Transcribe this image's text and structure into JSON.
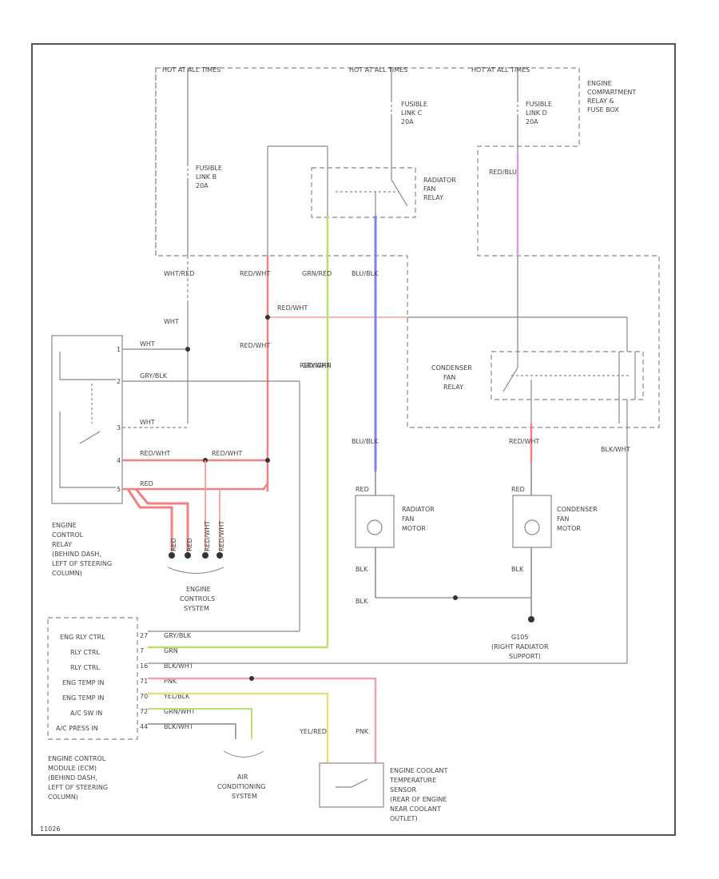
{
  "sources": {
    "hot_left": "HOT AT ALL TIMES",
    "hot_mid": "HOT AT ALL TIMES",
    "hot_right": "HOT AT ALL TIMES"
  },
  "fuse_box_label": [
    "ENGINE",
    "COMPARTMENT",
    "RELAY &",
    "FUSE BOX"
  ],
  "fusible_b": [
    "FUSIBLE",
    "LINK B",
    "20A"
  ],
  "fusible_c": [
    "FUSIBLE",
    "LINK C",
    "20A"
  ],
  "fusible_d": [
    "FUSIBLE",
    "LINK D",
    "20A"
  ],
  "radiator_relay": [
    "RADIATOR",
    "FAN",
    "RELAY"
  ],
  "condenser_relay": [
    "CONDENSER",
    "FAN",
    "RELAY"
  ],
  "radiator_motor": [
    "RADIATOR",
    "FAN",
    "MOTOR"
  ],
  "condenser_motor": [
    "CONDENSER",
    "FAN",
    "MOTOR"
  ],
  "ecr_label": [
    "ENGINE",
    "CONTROL",
    "RELAY",
    "(BEHIND DASH,",
    "LEFT OF STEERING",
    "COLUMN)"
  ],
  "engine_controls": [
    "ENGINE",
    "CONTROLS",
    "SYSTEM"
  ],
  "ecm_label": [
    "ENGINE CONTROL",
    "MODULE (ECM)",
    "(BEHIND DASH,",
    "LEFT OF STEERING",
    "COLUMN)"
  ],
  "ac_system": [
    "AIR",
    "CONDITIONING",
    "SYSTEM"
  ],
  "coolant_sensor": [
    "ENGINE COOLANT",
    "TEMPERATURE",
    "SENSOR",
    "(REAR OF ENGINE",
    "NEAR COOLANT",
    "OUTLET)"
  ],
  "ground": [
    "G105",
    "(RIGHT RADIATOR",
    "SUPPORT)"
  ],
  "ecm_pins": [
    "ENG RLY CTRL",
    "RLY CTRL",
    "RLY CTRL",
    "ENG TEMP IN",
    "ENG TEMP IN",
    "A/C SW IN",
    "A/C PRESS IN"
  ],
  "ecm_pin_nums": [
    "27",
    "7",
    "16",
    "71",
    "70",
    "72",
    "44"
  ],
  "ecm_wires": [
    "GRY/BLK",
    "GRN",
    "BLK/WHT",
    "PNK",
    "YEL/BLK",
    "GRN/WHT",
    "BLK/WHT"
  ],
  "ecr_wires": [
    "WHT",
    "GRY/BLK",
    "WHT",
    "RED/WHT",
    "RED"
  ],
  "ecr_pins": [
    "1",
    "2",
    "3",
    "4",
    "5"
  ],
  "w_wht_red": "WHT/RED",
  "w_wht": "WHT",
  "w_red_wht_a": "RED/WHT",
  "w_red_wht_b": "RED/WHT",
  "w_red_wht_c": "RED/WHT",
  "w_red_wht_d": "RED/WHT",
  "w_red_wht_e": "RED/WHT",
  "w_grn_red": "GRN/RED",
  "w_blu_blk": "BLU/BLK",
  "w_blu_blk2": "BLU/BLK",
  "w_gry_grn": "GRY/GRN",
  "w_red_blu": "RED/BLU",
  "w_blk_wht": "BLK/WHT",
  "w_red_wht_cond": "RED/WHT",
  "w_red_motor1": "RED",
  "w_red_motor2": "RED",
  "w_red_motor3": "RED",
  "w_blk_1": "BLK",
  "w_blk_2": "BLK",
  "w_blk_3": "BLK",
  "w_yel_red": "YEL/RED",
  "w_pnk": "PNK",
  "stub_wires": [
    "RED",
    "RED",
    "RED/WHT",
    "RED/WHT"
  ],
  "footer_id": "11026"
}
